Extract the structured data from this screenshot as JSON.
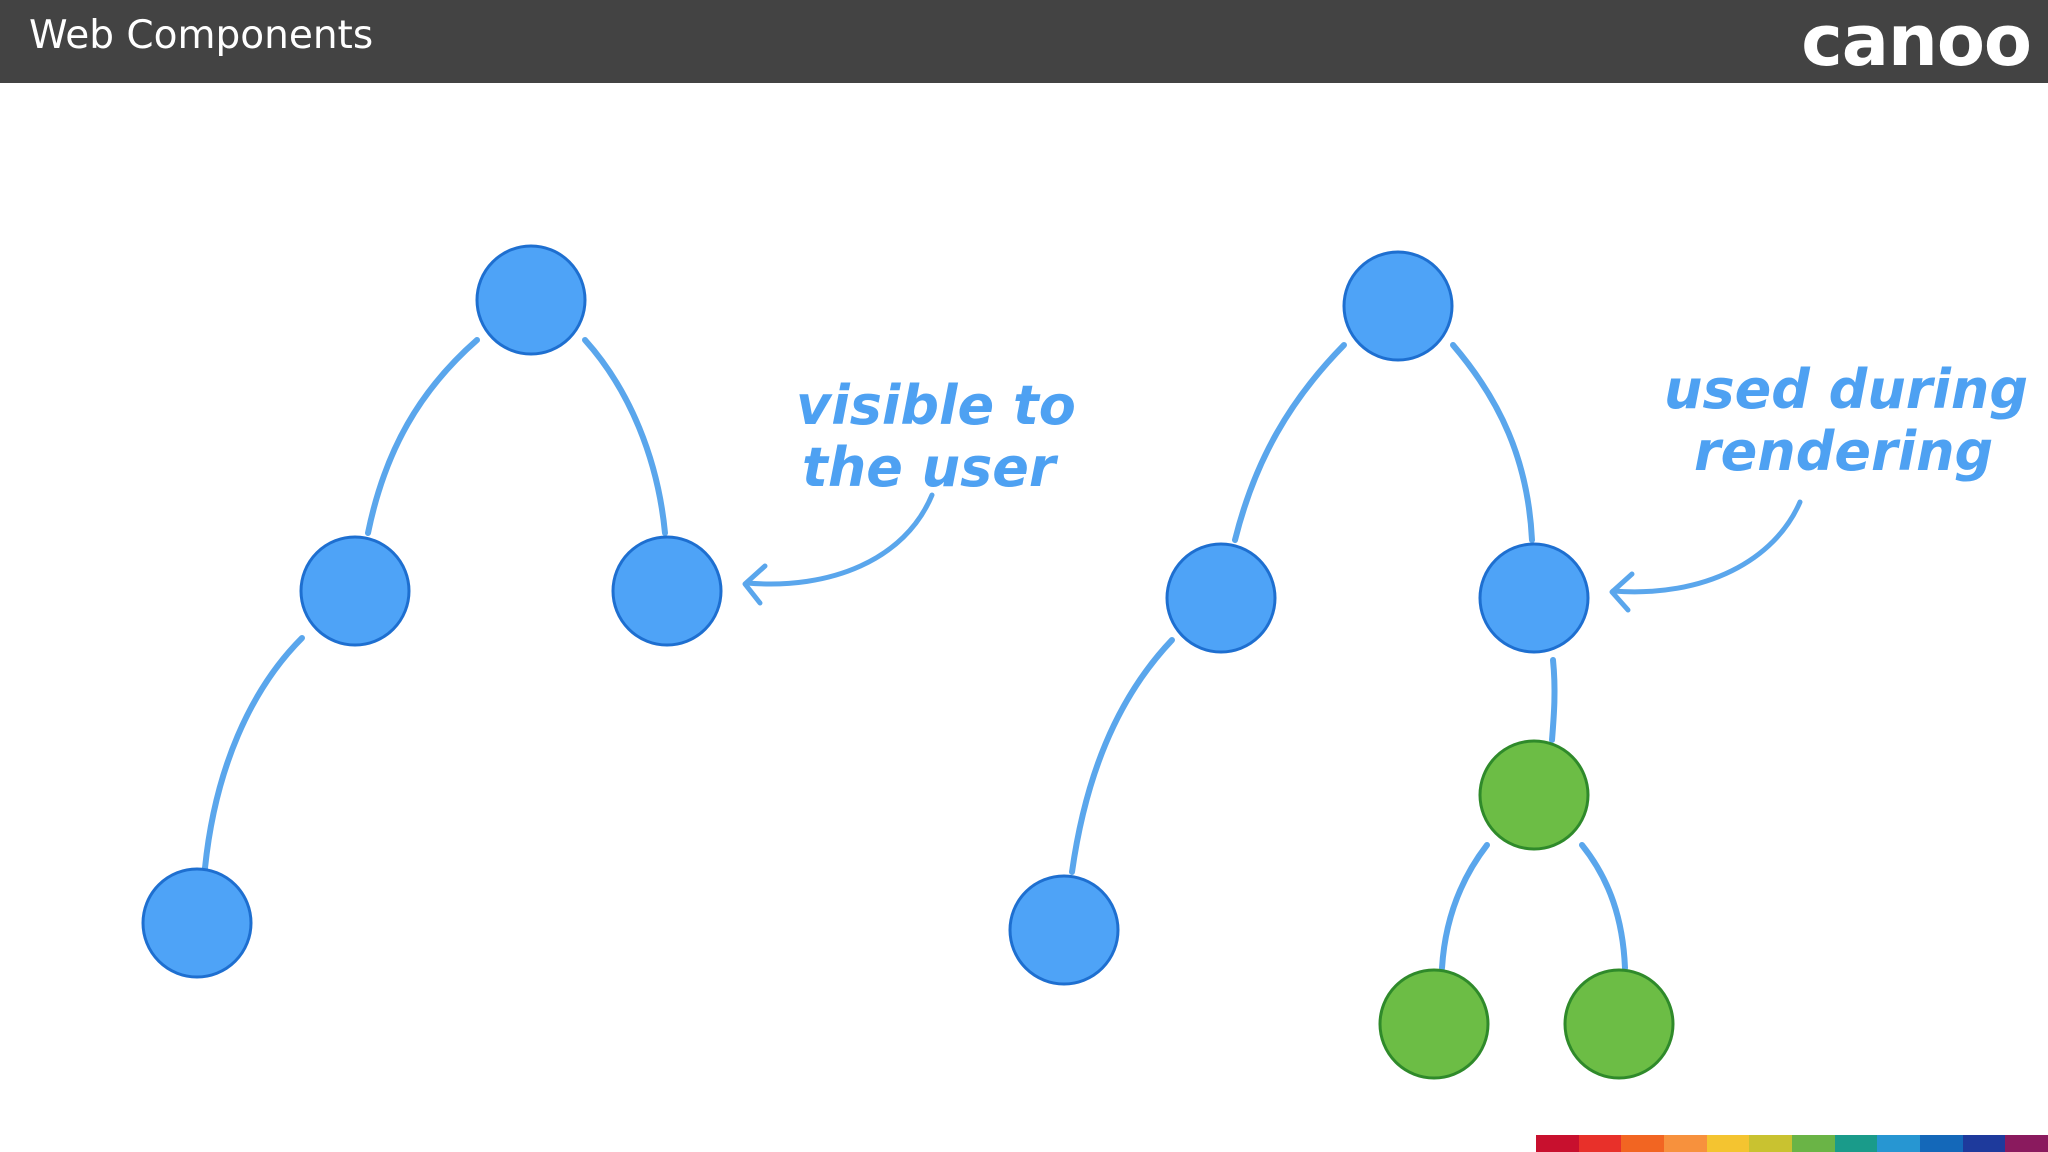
{
  "slide": {
    "title": "Web Components",
    "logo": "canoo"
  },
  "annotations": {
    "left": [
      "visible to",
      "the user"
    ],
    "right": [
      "used during",
      "rendering"
    ]
  },
  "colors": {
    "header_bg": "#434343",
    "node_blue": "#4ea3f7",
    "node_blue_stroke": "#1e6fd0",
    "node_green": "#6cbd45",
    "node_green_stroke": "#2f8a2a",
    "edge_blue": "#5aa6ec",
    "text_blue": "#4ea1f2",
    "stripe": [
      "#c8102e",
      "#e8302a",
      "#f26522",
      "#f7913d",
      "#f4c430",
      "#c9c230",
      "#6ab446",
      "#1a9b8a",
      "#2796d2",
      "#1468b9",
      "#1e3a9c",
      "#8a1a5e"
    ]
  }
}
